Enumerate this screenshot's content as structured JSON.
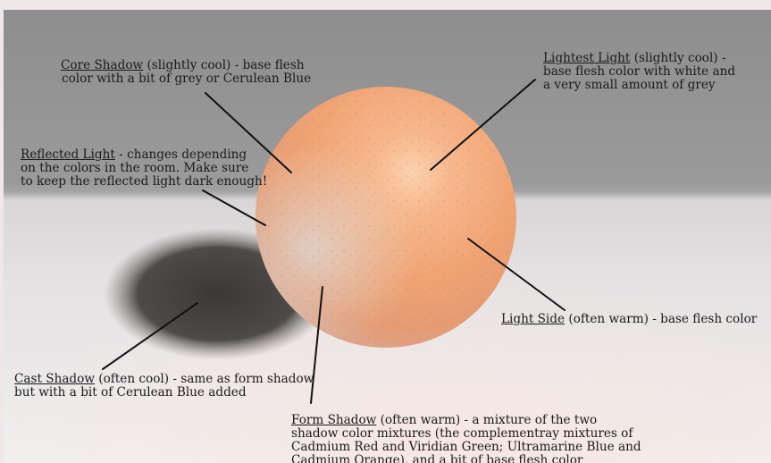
{
  "annotations": {
    "core_shadow": {
      "term": "Core Shadow",
      "line1_rest": "  (slightly cool) - base flesh",
      "line2": "color with a bit of grey or Cerulean Blue"
    },
    "lightest_light": {
      "term": "Lightest Light",
      "line1_rest": " (slightly cool) -",
      "line2": "base flesh color with white and",
      "line3": "a very small amount of grey"
    },
    "reflected_light": {
      "term": "Reflected Light",
      "line1_rest": " - changes depending",
      "line2": "on the colors in the room. Make sure",
      "line3": "to keep the reflected light dark enough!"
    },
    "light_side": {
      "term": "Light Side",
      "line1_rest": " (often warm) - base flesh color"
    },
    "cast_shadow": {
      "term": "Cast Shadow",
      "line1_rest": " (often cool) - same as form shadow",
      "line2": "but with a bit of Cerulean Blue added"
    },
    "form_shadow": {
      "term": "Form Shadow",
      "line1_rest": " (often warm) - a mixture of the two",
      "line2": "shadow color mixtures (the complementray mixtures of",
      "line3": "Cadmium Red and Viridian Green; Ultramarine Blue and",
      "line4": "Cadmium Orange), and a bit of base flesh color"
    }
  },
  "colors": {
    "page_background": "#efe6e8",
    "backdrop_grey": "#9a9a9a",
    "table_white": "#e8e6e6",
    "sphere_flesh": "#f2a878",
    "cast_shadow": "#4a4644",
    "text": "#1a1a1a"
  }
}
